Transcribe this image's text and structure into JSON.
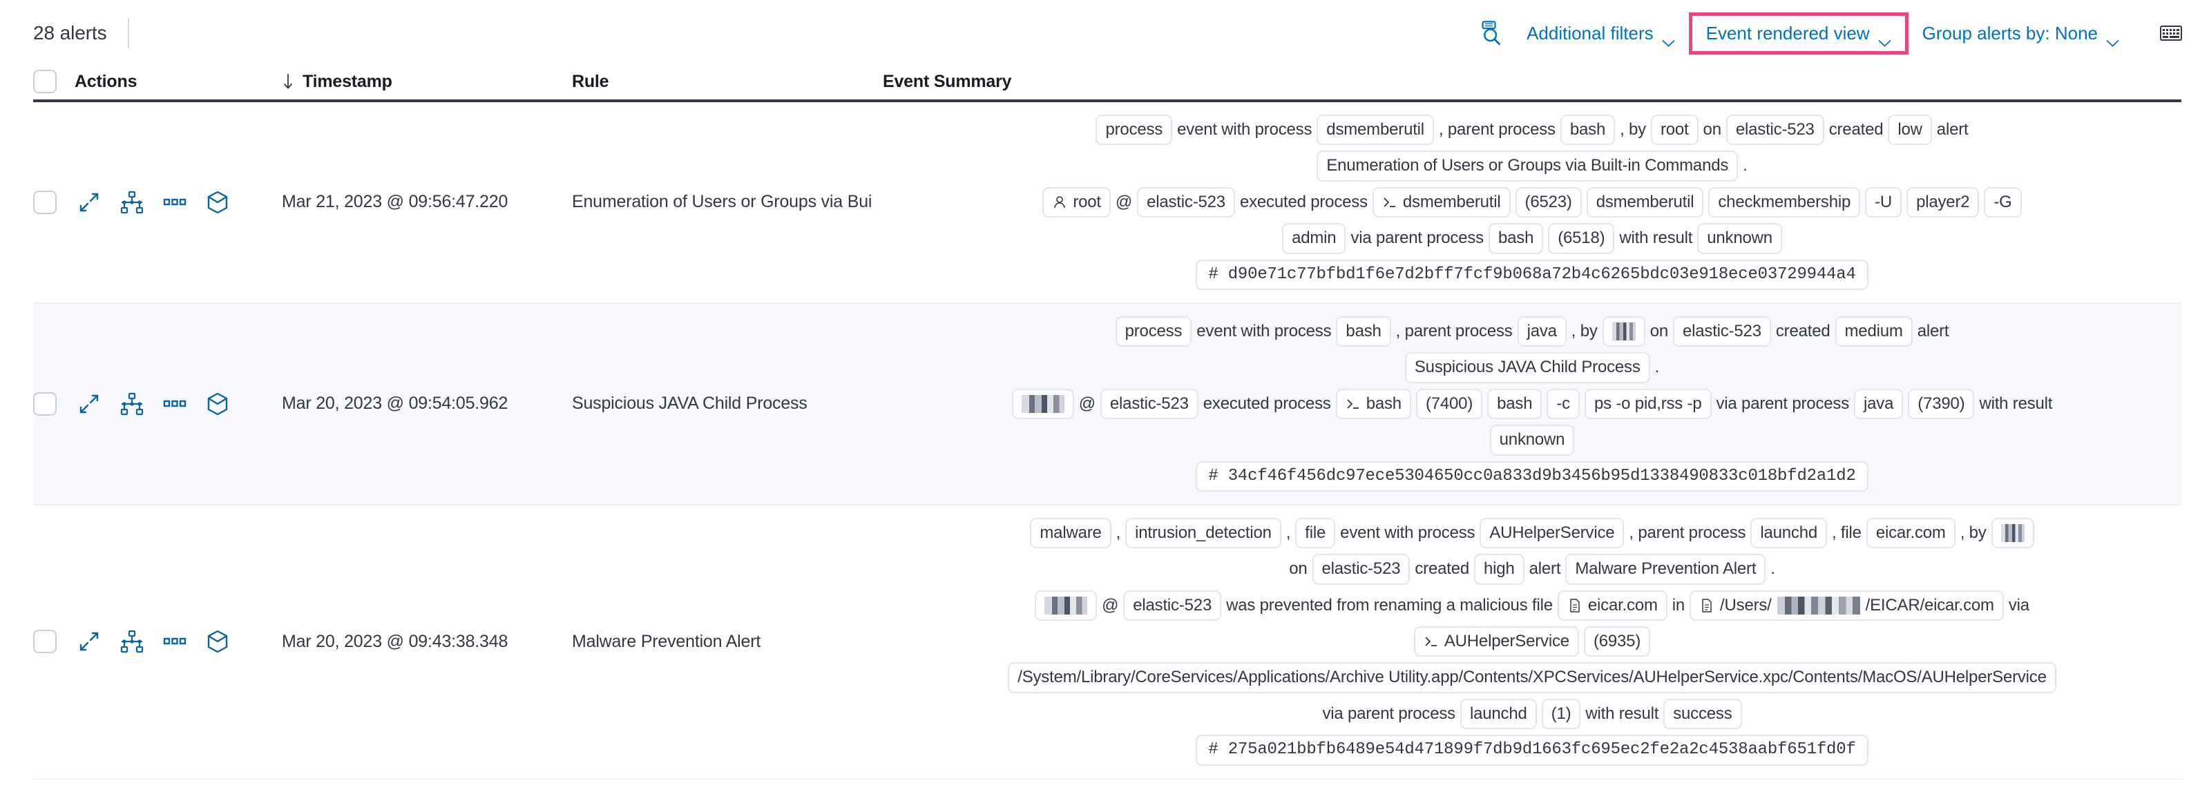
{
  "toolbar": {
    "alert_count": "28 alerts",
    "inspect_icon": "inspect-icon",
    "additional_filters": "Additional filters",
    "event_rendered_view": "Event rendered view",
    "group_alerts_by": "Group alerts by: None",
    "keyboard_icon": "keyboard-shortcuts-icon",
    "highlight_color": "#e9457f",
    "link_color": "#0071c2"
  },
  "columns": {
    "actions": "Actions",
    "timestamp": "Timestamp",
    "rule": "Rule",
    "event_summary": "Event Summary",
    "sort_direction": "descending"
  },
  "row_actions": [
    {
      "name": "expand-details-icon",
      "label": "Expand"
    },
    {
      "name": "analyzer-icon",
      "label": "Analyze event"
    },
    {
      "name": "more-actions-icon",
      "label": "More actions"
    },
    {
      "name": "session-viewer-icon",
      "label": "Session view"
    }
  ],
  "rows": [
    {
      "timestamp": "Mar 21, 2023 @ 09:56:47.220",
      "rule": "Enumeration of Users or Groups via Bui",
      "striped": false,
      "summary": [
        [
          {
            "t": "chip",
            "v": "process"
          },
          {
            "t": "txt",
            "v": "event with process"
          },
          {
            "t": "chip",
            "v": "dsmemberutil"
          },
          {
            "t": "txt",
            "v": ", parent process"
          },
          {
            "t": "chip",
            "v": "bash"
          },
          {
            "t": "txt",
            "v": ", by"
          },
          {
            "t": "chip",
            "v": "root"
          },
          {
            "t": "txt",
            "v": "on"
          },
          {
            "t": "chip",
            "v": "elastic-523"
          },
          {
            "t": "txt",
            "v": "created"
          },
          {
            "t": "chip",
            "v": "low"
          },
          {
            "t": "txt",
            "v": "alert"
          }
        ],
        [
          {
            "t": "chip",
            "v": "Enumeration of Users or Groups via Built-in Commands"
          },
          {
            "t": "txt",
            "v": "."
          }
        ],
        [
          {
            "t": "chip",
            "v": "root",
            "icon": "user-icon"
          },
          {
            "t": "txt",
            "v": "@"
          },
          {
            "t": "chip",
            "v": "elastic-523"
          },
          {
            "t": "txt",
            "v": "executed process"
          },
          {
            "t": "chip",
            "v": "dsmemberutil",
            "icon": "console-icon"
          },
          {
            "t": "chip",
            "v": "(6523)"
          },
          {
            "t": "chip",
            "v": "dsmemberutil"
          },
          {
            "t": "chip",
            "v": "checkmembership"
          },
          {
            "t": "chip",
            "v": "-U"
          },
          {
            "t": "chip",
            "v": "player2"
          },
          {
            "t": "chip",
            "v": "-G"
          }
        ],
        [
          {
            "t": "chip",
            "v": "admin"
          },
          {
            "t": "txt",
            "v": "via parent process"
          },
          {
            "t": "chip",
            "v": "bash"
          },
          {
            "t": "chip",
            "v": "(6518)"
          },
          {
            "t": "txt",
            "v": "with result"
          },
          {
            "t": "chip",
            "v": "unknown"
          }
        ],
        [
          {
            "t": "chip",
            "v": "d90e71c77bfbd1f6e7d2bff7fcf9b068a72b4c6265bdc03e918ece03729944a4",
            "hash": true
          }
        ]
      ]
    },
    {
      "timestamp": "Mar 20, 2023 @ 09:54:05.962",
      "rule": "Suspicious JAVA Child Process",
      "striped": true,
      "summary": [
        [
          {
            "t": "chip",
            "v": "process"
          },
          {
            "t": "txt",
            "v": "event with process"
          },
          {
            "t": "chip",
            "v": "bash"
          },
          {
            "t": "txt",
            "v": ", parent process"
          },
          {
            "t": "chip",
            "v": "java"
          },
          {
            "t": "txt",
            "v": ", by"
          },
          {
            "t": "chip",
            "redacted": "narrow"
          },
          {
            "t": "txt",
            "v": "on"
          },
          {
            "t": "chip",
            "v": "elastic-523"
          },
          {
            "t": "txt",
            "v": "created"
          },
          {
            "t": "chip",
            "v": "medium"
          },
          {
            "t": "txt",
            "v": "alert"
          }
        ],
        [
          {
            "t": "chip",
            "v": "Suspicious JAVA Child Process"
          },
          {
            "t": "txt",
            "v": "."
          }
        ],
        [
          {
            "t": "chip",
            "redacted": "wide"
          },
          {
            "t": "txt",
            "v": "@"
          },
          {
            "t": "chip",
            "v": "elastic-523"
          },
          {
            "t": "txt",
            "v": "executed process"
          },
          {
            "t": "chip",
            "v": "bash",
            "icon": "console-icon"
          },
          {
            "t": "chip",
            "v": "(7400)"
          },
          {
            "t": "chip",
            "v": "bash"
          },
          {
            "t": "chip",
            "v": "-c"
          },
          {
            "t": "chip",
            "v": "ps -o pid,rss -p"
          },
          {
            "t": "txt",
            "v": "via parent process"
          },
          {
            "t": "chip",
            "v": "java"
          },
          {
            "t": "chip",
            "v": "(7390)"
          },
          {
            "t": "txt",
            "v": "with result"
          }
        ],
        [
          {
            "t": "chip",
            "v": "unknown"
          }
        ],
        [
          {
            "t": "chip",
            "v": "34cf46f456dc97ece5304650cc0a833d9b3456b95d1338490833c018bfd2a1d2",
            "hash": true
          }
        ]
      ]
    },
    {
      "timestamp": "Mar 20, 2023 @ 09:43:38.348",
      "rule": "Malware Prevention Alert",
      "striped": false,
      "summary": [
        [
          {
            "t": "chip",
            "v": "malware"
          },
          {
            "t": "txt",
            "v": ","
          },
          {
            "t": "chip",
            "v": "intrusion_detection"
          },
          {
            "t": "txt",
            "v": ","
          },
          {
            "t": "chip",
            "v": "file"
          },
          {
            "t": "txt",
            "v": "event with process"
          },
          {
            "t": "chip",
            "v": "AUHelperService"
          },
          {
            "t": "txt",
            "v": ", parent process"
          },
          {
            "t": "chip",
            "v": "launchd"
          },
          {
            "t": "txt",
            "v": ", file"
          },
          {
            "t": "chip",
            "v": "eicar.com"
          },
          {
            "t": "txt",
            "v": ", by"
          },
          {
            "t": "chip",
            "redacted": "narrow"
          }
        ],
        [
          {
            "t": "txt",
            "v": "on"
          },
          {
            "t": "chip",
            "v": "elastic-523"
          },
          {
            "t": "txt",
            "v": "created"
          },
          {
            "t": "chip",
            "v": "high"
          },
          {
            "t": "txt",
            "v": "alert"
          },
          {
            "t": "chip",
            "v": "Malware Prevention Alert"
          },
          {
            "t": "txt",
            "v": "."
          }
        ],
        [
          {
            "t": "chip",
            "redacted": "wide"
          },
          {
            "t": "txt",
            "v": "@"
          },
          {
            "t": "chip",
            "v": "elastic-523"
          },
          {
            "t": "txt",
            "v": "was prevented from renaming a malicious file"
          },
          {
            "t": "chip",
            "v": "eicar.com",
            "icon": "file-icon"
          },
          {
            "t": "txt",
            "v": "in"
          },
          {
            "t": "chip",
            "v_before": "/Users/",
            "v_after": "/EICAR/eicar.com",
            "icon": "file-icon",
            "inline_redact": true
          },
          {
            "t": "txt",
            "v": "via"
          }
        ],
        [
          {
            "t": "chip",
            "v": "AUHelperService",
            "icon": "console-icon"
          },
          {
            "t": "chip",
            "v": "(6935)"
          }
        ],
        [
          {
            "t": "chip",
            "v": "/System/Library/CoreServices/Applications/Archive Utility.app/Contents/XPCServices/AUHelperService.xpc/Contents/MacOS/AUHelperService"
          }
        ],
        [
          {
            "t": "txt",
            "v": "via parent process"
          },
          {
            "t": "chip",
            "v": "launchd"
          },
          {
            "t": "chip",
            "v": "(1)"
          },
          {
            "t": "txt",
            "v": "with result"
          },
          {
            "t": "chip",
            "v": "success"
          }
        ],
        [
          {
            "t": "chip",
            "v": "275a021bbfb6489e54d471899f7db9d1663fc695ec2fe2a2c4538aabf651fd0f",
            "hash": true
          }
        ]
      ]
    }
  ]
}
